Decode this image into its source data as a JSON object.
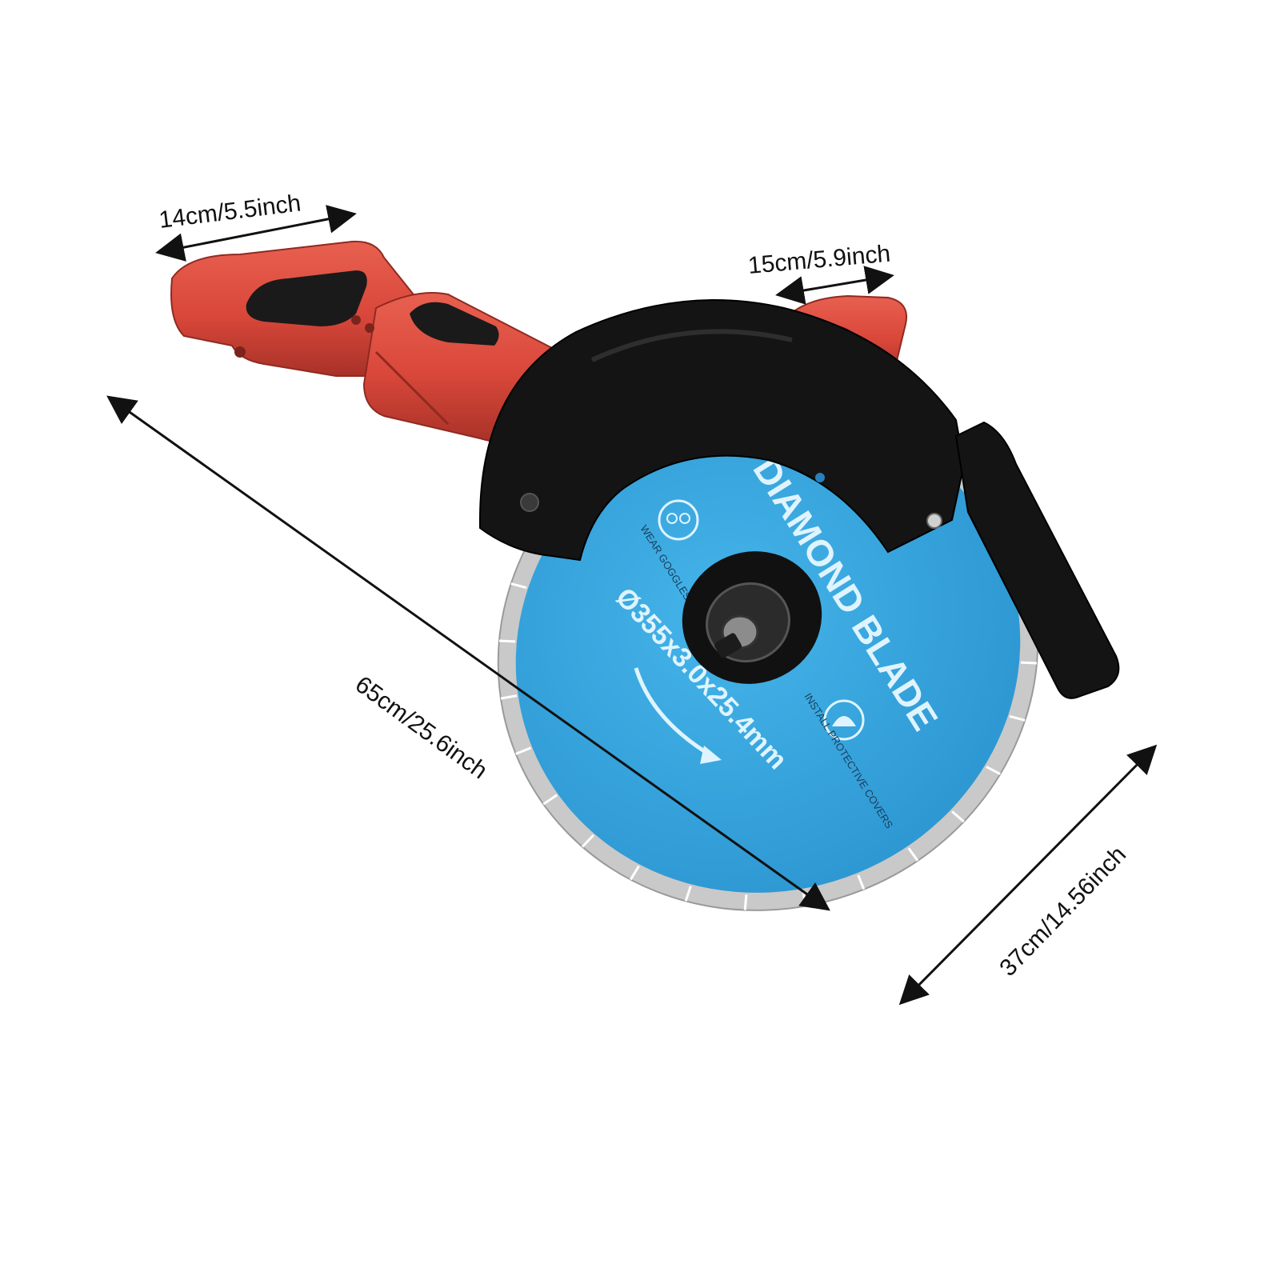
{
  "dimensions": {
    "handle_width": "14cm/5.5inch",
    "guard_width": "15cm/5.9inch",
    "total_length": "65cm/25.6inch",
    "blade_span": "37cm/14.56inch"
  },
  "blade": {
    "title": "DIAMOND BLADE",
    "size": "Ø355x3.0x25.4mm",
    "warning_goggles": "WEAR GOGGLES",
    "warning_covers": "INSTALL PROTECTIVE COVERS"
  },
  "colors": {
    "body_red": "#d9473a",
    "body_red_dark": "#a83228",
    "guard_black": "#141414",
    "blade_blue": "#33a6e0",
    "blade_blue_dark": "#1d7fb8",
    "rim_silver": "#c9c9c9",
    "background": "#ffffff"
  }
}
